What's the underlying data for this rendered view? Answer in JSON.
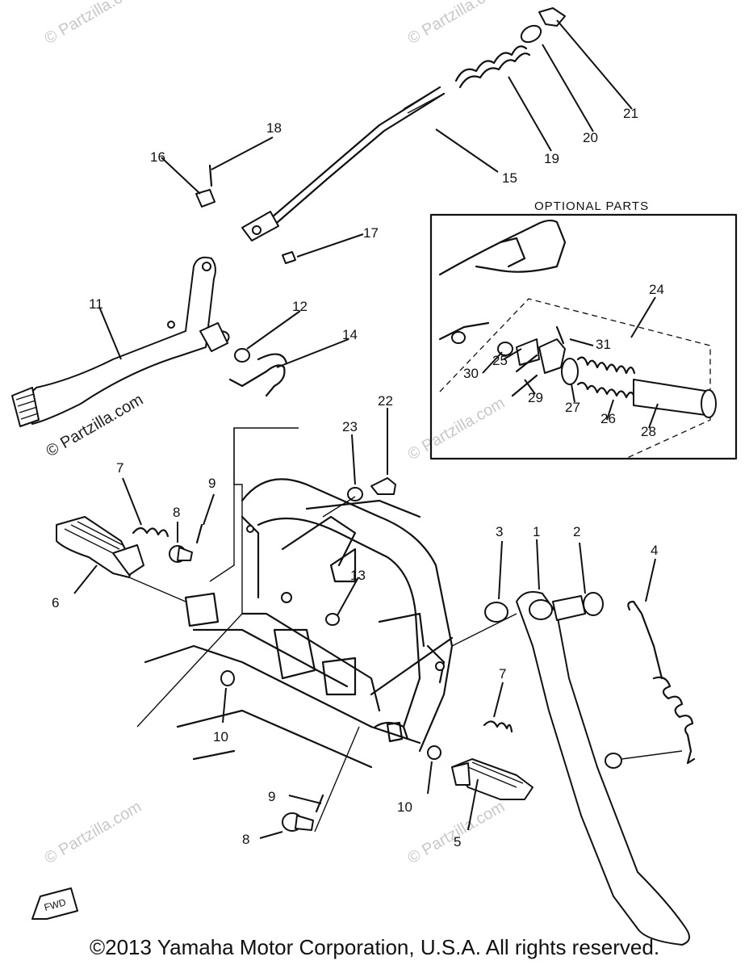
{
  "diagram": {
    "optional_parts_label": "OPTIONAL PARTS",
    "callouts": [
      "1",
      "2",
      "3",
      "4",
      "5",
      "6",
      "7",
      "7",
      "8",
      "8",
      "9",
      "9",
      "10",
      "10",
      "11",
      "12",
      "13",
      "14",
      "15",
      "16",
      "17",
      "18",
      "19",
      "20",
      "21",
      "22",
      "23",
      "24",
      "25",
      "26",
      "27",
      "28",
      "29",
      "30",
      "31"
    ],
    "fwd_label": "FWD",
    "watermark_text": "© Partzilla.com",
    "copyright": "©2013 Yamaha Motor Corporation, U.S.A. All rights reserved."
  }
}
